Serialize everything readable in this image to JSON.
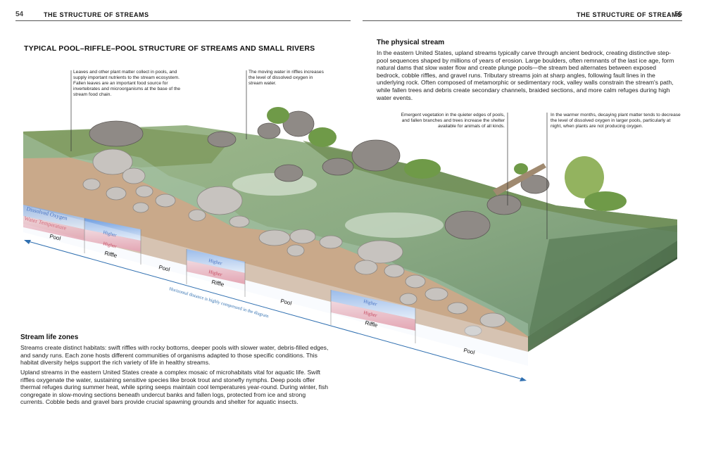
{
  "left_page": {
    "number": "54",
    "running_head": "THE STRUCTURE OF STREAMS"
  },
  "right_page": {
    "number": "55",
    "running_head": "THE STRUCTURE OF STREAMS"
  },
  "figure_title": "TYPICAL POOL–RIFFLE–POOL STRUCTURE OF STREAMS AND SMALL RIVERS",
  "callouts": {
    "leaves": "Leaves and other plant matter collect in pools, and supply important nutrients to the stream ecosystem. Fallen leaves are an important food source for invertebrates and microorganisms at the base of the stream food chain.",
    "riffles": "The moving water in riffles increases the level of dissolved oxygen in stream water.",
    "vegetation": "Emergent vegetation in the quieter edges of pools, and fallen branches and trees increase the shelter available for animals of all kinds.",
    "decaying": "In the warmer months, decaying plant matter tends to decrease the level of dissolved oxygen in larger pools, particularly at night, when plants are not producing oxygen."
  },
  "physical_stream": {
    "heading": "The physical stream",
    "text": "In the eastern United States, upland streams typically carve through ancient bedrock, creating distinctive step-pool sequences shaped by millions of years of erosion. Large boulders, often remnants of the last ice age, form natural dams that slow water flow and create plunge pools—the stream bed alternates between exposed bedrock, cobble riffles, and gravel runs. Tributary streams join at sharp angles, following fault lines in the underlying rock. Often composed of metamorphic or sedimentary rock, valley walls constrain the stream's path, while fallen trees and debris create secondary channels, braided sections, and more calm refuges during high water events."
  },
  "life_zones": {
    "heading": "Stream life zones",
    "para1": "Streams create distinct habitats: swift riffles with rocky bottoms, deeper pools with slower water, debris-filled edges, and sandy runs. Each zone hosts different communities of organisms adapted to those specific conditions. This habitat diversity helps support the rich variety of life in healthy streams.",
    "para2": "Upland streams in the eastern United States create a complex mosaic of microhabitats vital for aquatic life. Swift riffles oxygenate the water, sustaining sensitive species like brook trout and stonefly nymphs. Deep pools offer thermal refuges during summer heat, while spring seeps maintain cool temperatures year-round. During winter, fish congregate in slow-moving sections beneath undercut banks and fallen logs, protected from ice and strong currents. Cobble beds and gravel bars provide crucial spawning grounds and shelter for aquatic insects."
  },
  "diagram": {
    "legend_oxygen": "Dissolved Oxygen",
    "legend_temperature": "Water Temperature",
    "higher": "Higher",
    "pool": "Pool",
    "riffle": "Riffle",
    "horizontal_note": "Horizontal distance is highly compressed in the diagram",
    "colors": {
      "oxygen": "#8fb3e6",
      "temperature": "#e59aa5",
      "arrow": "#2f6fb0"
    }
  }
}
